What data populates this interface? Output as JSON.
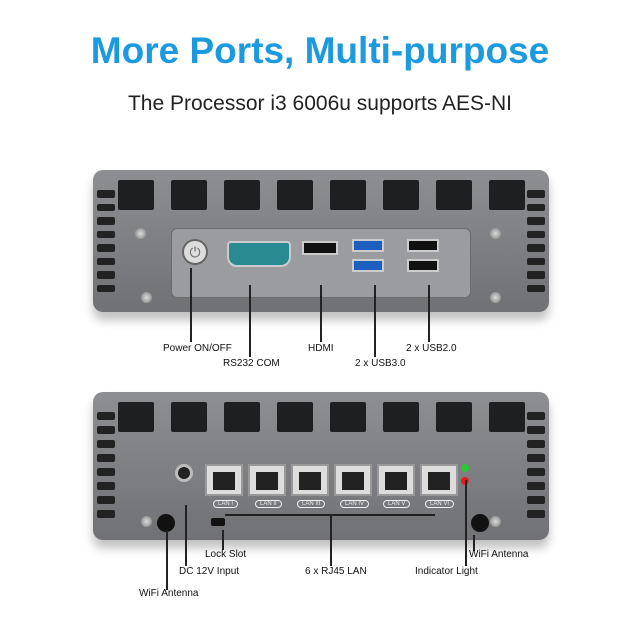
{
  "title": "More Ports, Multi-purpose",
  "subtitle": "The Processor i3 6006u supports AES-NI",
  "front_labels": {
    "power": "Power ON/OFF",
    "rs232": "RS232 COM",
    "hdmi": "HDMI",
    "usb3": "2 x USB3.0",
    "usb2": "2 x USB2.0"
  },
  "rear_labels": {
    "lock": "Lock Slot",
    "dc": "DC 12V Input",
    "lan": "6 x RJ45 LAN",
    "indicator": "Indicator Light",
    "wifi_right": "WiFi Antenna",
    "wifi_left": "WiFi Antenna"
  },
  "lan_ports": [
    "LAN I",
    "LAN II",
    "LAN III",
    "LAN IV",
    "LAN V",
    "LAN VI"
  ],
  "colors": {
    "title": "#1b9ae0",
    "usb3": "#1d5fbf",
    "led_green": "#2fc43a",
    "led_red": "#e02020"
  }
}
